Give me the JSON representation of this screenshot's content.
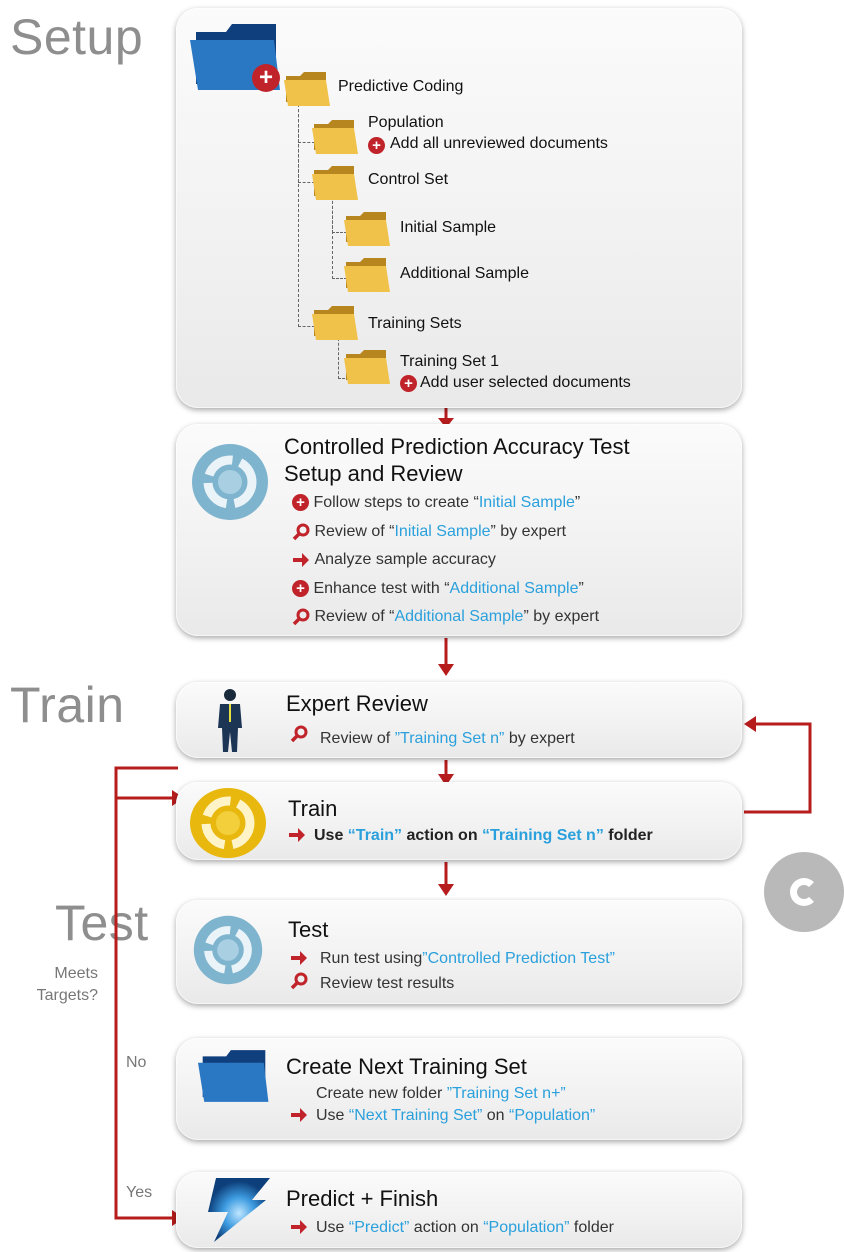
{
  "sections": {
    "setup": "Setup",
    "train": "Train",
    "test": "Test"
  },
  "setup": {
    "root": "Predictive Coding",
    "population": "Population",
    "population_action": "Add all unreviewed documents",
    "control_set": "Control Set",
    "initial_sample": "Initial Sample",
    "additional_sample": "Additional Sample",
    "training_sets": "Training Sets",
    "training_set_1": "Training Set 1",
    "training_set_1_action": "Add user selected documents"
  },
  "cpat": {
    "title_line1": "Controlled Prediction Accuracy Test",
    "title_line2": "Setup and Review",
    "steps": [
      {
        "pre": "Follow steps to create “",
        "hl": "Initial Sample",
        "post": "”",
        "icon": "plus"
      },
      {
        "pre": "Review of “",
        "hl": "Initial Sample",
        "post": "” by expert",
        "icon": "magnifier"
      },
      {
        "pre": "Analyze sample accuracy",
        "hl": "",
        "post": "",
        "icon": "arrow"
      },
      {
        "pre": "Enhance test with “",
        "hl": "Additional Sample",
        "post": "”",
        "icon": "plus"
      },
      {
        "pre": "Review of “",
        "hl": "Additional Sample",
        "post": "” by expert",
        "icon": "magnifier"
      }
    ]
  },
  "expert_review": {
    "title": "Expert Review",
    "line": {
      "pre": "Review of ",
      "hl": "”Training Set n”",
      "post": " by expert"
    }
  },
  "train": {
    "title": "Train",
    "line": {
      "pre": "Use ",
      "hl1": "“Train”",
      "mid": " action on ",
      "hl2": "“Training Set n”",
      "post": " folder"
    }
  },
  "test": {
    "title": "Test",
    "line1": {
      "pre": "Run test using",
      "hl": "”Controlled Prediction Test”"
    },
    "line2": "Review test results"
  },
  "decision": {
    "question_line1": "Meets",
    "question_line2": "Targets?",
    "no": "No",
    "yes": "Yes"
  },
  "next_set": {
    "title": "Create Next Training Set",
    "line1": {
      "pre": "Create new folder ",
      "hl": "”Training Set n+”"
    },
    "line2": {
      "pre": "Use ",
      "hl1": "“Next Training Set”",
      "mid": " on ",
      "hl2": "“Population”"
    }
  },
  "predict": {
    "title": "Predict + Finish",
    "line": {
      "pre": "Use ",
      "hl1": "“Predict”",
      "mid": " action on ",
      "hl2": "“Population”",
      "post": " folder"
    }
  },
  "colors": {
    "accent_red": "#c0242a",
    "link_blue": "#2aa0dc",
    "folder_gold": "#e8b73a",
    "folder_blue": "#1d5ea8"
  }
}
